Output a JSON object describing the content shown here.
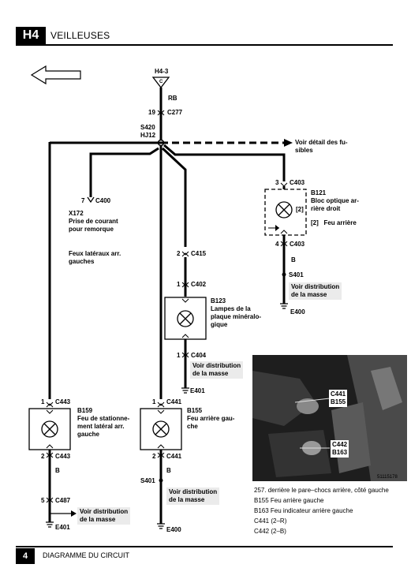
{
  "header": {
    "badge": "H4",
    "title": "VEILLEUSES"
  },
  "top": {
    "ref": "H4-3",
    "letter": "C",
    "wire": "RB",
    "pin": "19",
    "conn": "C277"
  },
  "splice": {
    "name": "S420",
    "harness": "HJ12"
  },
  "fuses_note": "Voir détail des fu-\nsibles",
  "trailer": {
    "pin": "7",
    "conn": "C400",
    "id": "X172",
    "label": "Prise de courant\npour remorque"
  },
  "rear_side_left": "Feux latéraux arr.\ngauches",
  "b121": {
    "pin_top": "3",
    "conn_top": "C403",
    "id": "B121",
    "label": "Bloc optique ar-\nrière droit",
    "tag": "[2]",
    "legend": "[2]   Feu arrière",
    "pin_bot": "4",
    "conn_bot": "C403",
    "wire": "B",
    "splice": "S401",
    "ground_note": "Voir distribution\nde la masse",
    "ground": "E400"
  },
  "b123": {
    "pin_c415": "2",
    "conn_c415": "C415",
    "pin_top": "1",
    "conn_top": "C402",
    "id": "B123",
    "label": "Lampes de la\nplaque minéralo-\ngique",
    "pin_bot": "1",
    "conn_bot": "C404",
    "ground_note": "Voir distribution\nde la masse",
    "ground": "E401"
  },
  "b159": {
    "pin_top": "1",
    "conn_top": "C443",
    "id": "B159",
    "label": "Feu de stationne-\nment latéral arr.\ngauche",
    "pin_bot": "2",
    "conn_bot": "C443",
    "wire": "B",
    "pin_c487": "5",
    "conn_c487": "C487",
    "ground_note": "Voir distribution\nde la masse",
    "ground": "E401"
  },
  "b155": {
    "pin_top": "1",
    "conn_top": "C441",
    "id": "B155",
    "label": "Feu arrière gau-\nche",
    "pin_bot": "2",
    "conn_bot": "C441",
    "wire": "B",
    "splice": "S401",
    "ground_note": "Voir distribution\nde la masse",
    "ground": "E400"
  },
  "photo": {
    "callout1": "C441\nB155",
    "callout2": "C442\nB163",
    "code": "51115178",
    "captions": [
      "257. derrière le pare–chocs arrière, côté gauche",
      "B155 Feu arrière gauche",
      "B163 Feu indicateur arrière gauche",
      "C441 (2–R)",
      "C442 (2–B)"
    ]
  },
  "footer": {
    "page": "4",
    "text": "DIAGRAMME DU CIRCUIT"
  }
}
